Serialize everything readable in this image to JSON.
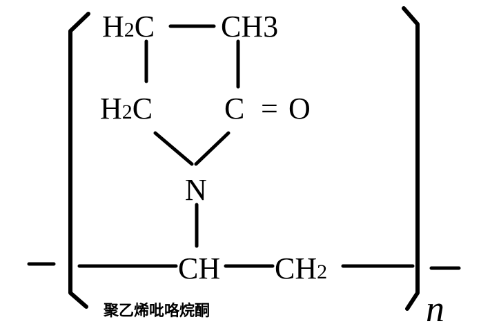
{
  "structure": {
    "ring_top_left": {
      "main": "H",
      "sub": "2",
      "tail": "C"
    },
    "ring_top_right": {
      "main": "CH3"
    },
    "ring_left": {
      "main": "H",
      "sub": "2",
      "tail": "C"
    },
    "carbonyl_carbon": "C",
    "double_bond": "=",
    "oxygen": "O",
    "nitrogen": "N",
    "backbone_ch": "CH",
    "backbone_ch2": {
      "main": "CH",
      "sub": "2"
    },
    "repeat_subscript": "n"
  },
  "caption": "聚乙烯吡咯烷酮"
}
